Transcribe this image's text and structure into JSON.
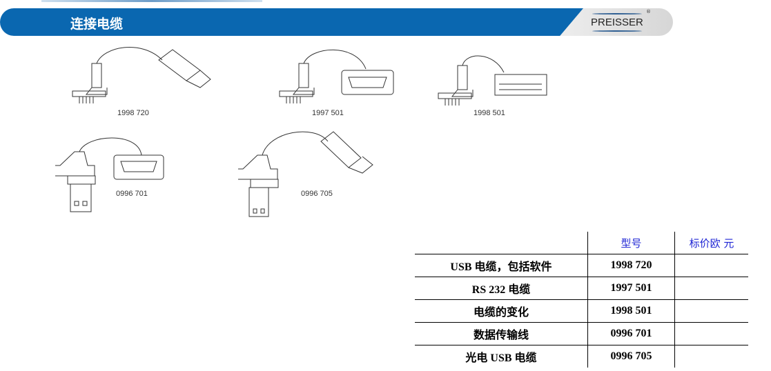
{
  "header": {
    "title": "连接电缆",
    "logo": "PREISSER",
    "registered": "®"
  },
  "cables": [
    {
      "code": "1998 720",
      "type": "usb"
    },
    {
      "code": "1997 501",
      "type": "db9"
    },
    {
      "code": "1998 501",
      "type": "multi"
    },
    {
      "code": "0996 701",
      "type": "db9"
    },
    {
      "code": "0996 705",
      "type": "usb"
    }
  ],
  "table": {
    "headers": [
      "",
      "型号",
      "标价欧 元"
    ],
    "rows": [
      {
        "name": "USB 电缆，包括软件",
        "code": "1998 720",
        "price": ""
      },
      {
        "name": "RS 232 电缆",
        "code": "1997 501",
        "price": ""
      },
      {
        "name": "电缆的变化",
        "code": "1998 501",
        "price": ""
      },
      {
        "name": "数据传输线",
        "code": "0996 701",
        "price": ""
      },
      {
        "name": "光电 USB 电缆",
        "code": "0996 705",
        "price": ""
      }
    ]
  }
}
